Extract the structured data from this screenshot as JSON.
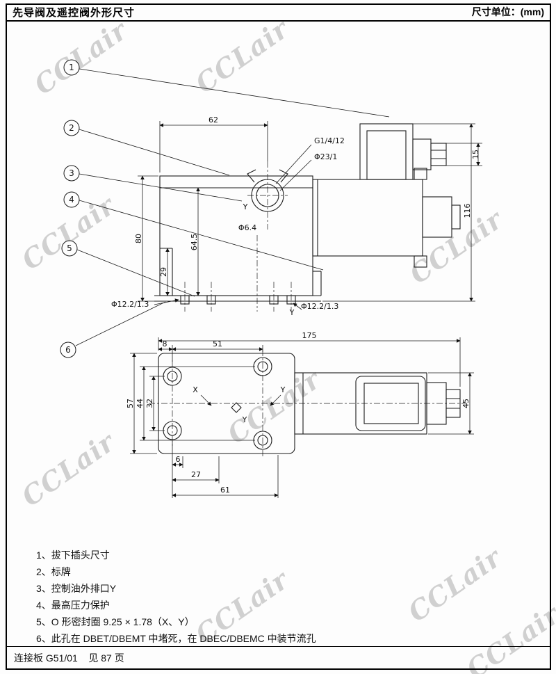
{
  "header": {
    "title": "先导阀及遥控阀外形尺寸",
    "units": "尺寸单位：(mm)"
  },
  "watermark": {
    "text": "CCLair"
  },
  "callouts": [
    "1",
    "2",
    "3",
    "4",
    "5",
    "6"
  ],
  "dims": {
    "d62": "62",
    "thread": "G1/4/12",
    "d23": "Φ23/1",
    "d15": "15",
    "d116": "116",
    "d80": "80",
    "d645": "64.5",
    "d29": "29",
    "hole64": "Φ6.4",
    "portL": "Φ12.2/1.3",
    "portR": "Φ12.2/1.3",
    "yTop": "Y",
    "yBot": "Y",
    "d175": "175",
    "d8": "8",
    "d51": "51",
    "d57": "57",
    "d44": "44",
    "d32": "32",
    "d45": "45",
    "d6": "6",
    "d27": "27",
    "d61": "61",
    "xPlan": "X",
    "yPlan": "Y",
    "yPlan2": "Y"
  },
  "notes": [
    "1、拔下插头尺寸",
    "2、标牌",
    "3、控制油外排口Y",
    "4、最高压力保护",
    "5、O 形密封圈 9.25 × 1.78（X、Y）",
    "6、此孔在 DBET/DBEMT 中堵死，在 DBEC/DBEMC 中装节流孔"
  ],
  "footer": {
    "text": "连接板 G51/01    见 87 页"
  }
}
